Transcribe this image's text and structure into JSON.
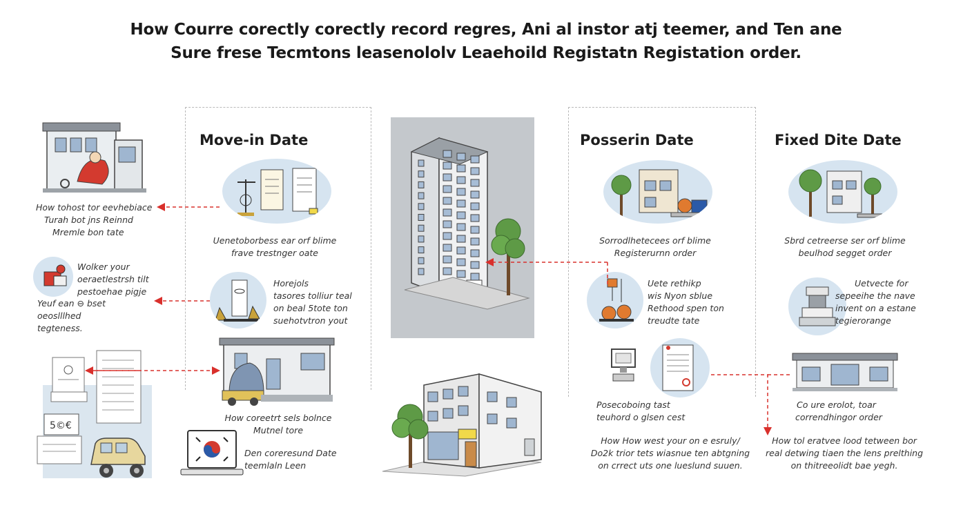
{
  "title": {
    "line1": "How Courre corectly corectly record regres, Ani al instor atj teemer, and Ten ane",
    "line2": "Sure frese Tecmtons leasenololv Leaehoild Registatn Registation order."
  },
  "columns": {
    "move_in": "Move-in Date",
    "possession": "Posserin Date",
    "fixed": "Fixed Dite Date"
  },
  "left_captions": {
    "c1": [
      "How tohost tor eevhebiace",
      "Turah bot jns Reinnd",
      "Mremle bon tate"
    ],
    "c2": [
      "Wolker your",
      "oeraetlestrsh tilt",
      "pestoehae pigje"
    ],
    "c3": [
      "Yeuf ean ⊖ bset",
      "oeoslllhed",
      "tegteness."
    ]
  },
  "move_in_captions": {
    "c1": [
      "Uenetoborbess ear orf blime",
      "frave trestnger oate"
    ],
    "c2": [
      "Horejols",
      "tasores tolliur teal",
      "on beal 5tote ton",
      "suehotvtron yout"
    ],
    "c3": [
      "How coreetrt sels bolnce",
      "Mutnel tore"
    ],
    "c4": [
      "Den coreresund Date",
      "teemlaln Leen"
    ]
  },
  "possession_captions": {
    "c1": [
      "Sorrodlhetecees orf blime",
      "Registerurnn order"
    ],
    "c2": [
      "Uete rethikp",
      "wis Nyon sblue",
      "Rethood spen ton",
      "treudte tate"
    ],
    "c3": [
      "Posecoboing tast",
      "teuhord o glsen cest"
    ],
    "c4": [
      "How How west your on e esruly/",
      "Do2k trior tets wiasnue ten abtgning",
      "on crrect uts one lueslund suuen."
    ]
  },
  "fixed_captions": {
    "c1": [
      "Sbrd cetreerse ser orf blime",
      "beulhod segget order"
    ],
    "c2": [
      "Uetvecte for",
      "sepeeihe the nave",
      "invent on a estane",
      "tegierorange"
    ],
    "c3": [
      "Co ure erolot, toar",
      "correndhingor order"
    ],
    "c4": [
      "How tol eratvee lood tetween bor",
      "real detwing tiaen the lens prelthing",
      "on thitreeolidt bae yegh."
    ]
  },
  "colors": {
    "arrow": "#d9302c",
    "circle": "#d6e4f0",
    "dash": "#b9b9b9",
    "building_panel": "#c4c8cc"
  }
}
